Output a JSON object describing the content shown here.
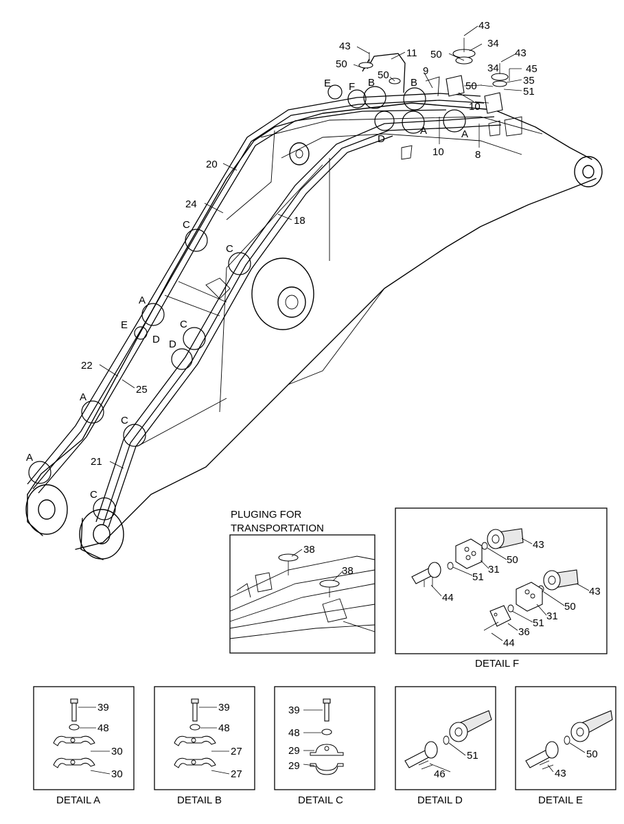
{
  "main_view": {
    "part_labels": [
      "43",
      "11",
      "50",
      "50",
      "9",
      "43",
      "34",
      "50",
      "10",
      "43",
      "34",
      "45",
      "35",
      "50",
      "51",
      "10",
      "8",
      "20",
      "24",
      "18",
      "22",
      "25",
      "21"
    ],
    "detail_letters": [
      "E",
      "F",
      "B",
      "B",
      "A",
      "A",
      "D",
      "C",
      "C",
      "A",
      "E",
      "D",
      "C",
      "D",
      "A",
      "C",
      "A",
      "C"
    ]
  },
  "plugging_panel": {
    "title_line1": "PLUGING FOR",
    "title_line2": "TRANSPORTATION",
    "labels": [
      "38",
      "38"
    ]
  },
  "detail_f": {
    "caption": "DETAIL F",
    "labels": [
      "43",
      "50",
      "31",
      "51",
      "44",
      "43",
      "50",
      "31",
      "51",
      "36",
      "44"
    ]
  },
  "detail_a": {
    "caption": "DETAIL A",
    "labels": [
      "39",
      "48",
      "30",
      "30"
    ]
  },
  "detail_b": {
    "caption": "DETAIL B",
    "labels": [
      "39",
      "48",
      "27",
      "27"
    ]
  },
  "detail_c": {
    "caption": "DETAIL C",
    "labels": [
      "39",
      "48",
      "29",
      "29"
    ]
  },
  "detail_d": {
    "caption": "DETAIL D",
    "labels": [
      "51",
      "46"
    ]
  },
  "detail_e": {
    "caption": "DETAIL E",
    "labels": [
      "50",
      "43"
    ]
  }
}
